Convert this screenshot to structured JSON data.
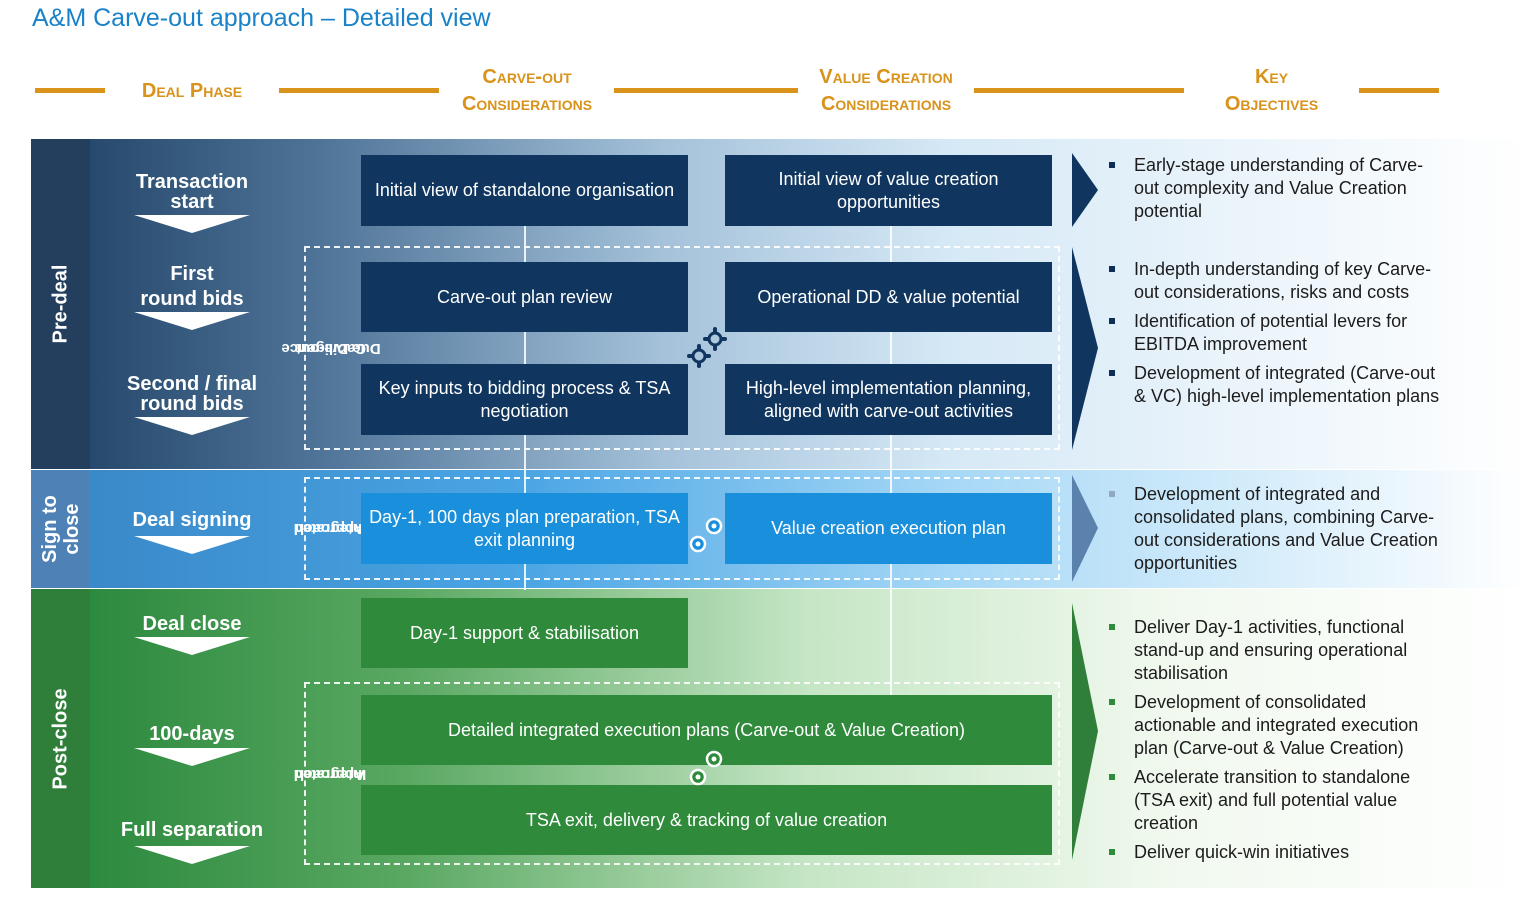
{
  "title": "A&M Carve-out approach – Detailed view",
  "columns": {
    "deal_phase": "Deal Phase",
    "carve_out_line1": "Carve-out",
    "carve_out_line2": "Considerations",
    "value_creation_line1": "Value Creation",
    "value_creation_line2": "Considerations",
    "key_objectives_line1": "Key",
    "key_objectives_line2": "Objectives"
  },
  "phases": {
    "pre_deal": "Pre-deal",
    "sign_to_close_line1": "Sign to",
    "sign_to_close_line2": "close",
    "post_close": "Post-close"
  },
  "stages": {
    "transaction_start_line1": "Transaction",
    "transaction_start_line2": "start",
    "first_round_line1": "First",
    "first_round_line2": "round bids",
    "second_round_line1": "Second / final",
    "second_round_line2": "round bids",
    "deal_signing": "Deal signing",
    "deal_close": "Deal close",
    "hundred_days": "100-days",
    "full_separation": "Full separation"
  },
  "dashed_labels": {
    "carve_out_dd_line1": "Carve-out",
    "carve_out_dd_line2": "Due Diligence",
    "integrated_sign_line1": "Integrated",
    "integrated_sign_line2": "Approach",
    "integrated_post_line1": "Integrated",
    "integrated_post_line2": "Approach"
  },
  "boxes": {
    "initial_standalone": "Initial view of standalone organisation",
    "initial_value_creation": "Initial view of value creation opportunities",
    "carve_out_plan_review": "Carve-out plan review",
    "operational_dd": "Operational DD & value potential",
    "key_inputs": "Key inputs to bidding process & TSA negotiation",
    "high_level_planning": "High-level implementation planning, aligned with carve-out activities",
    "day1_plan": "Day-1, 100 days plan preparation, TSA exit planning",
    "vc_execution_plan": "Value creation execution plan",
    "day1_support": "Day-1 support & stabilisation",
    "detailed_execution": "Detailed integrated execution plans (Carve-out & Value Creation)",
    "tsa_exit_delivery": "TSA exit, delivery & tracking of value creation"
  },
  "objectives": {
    "transaction_start": [
      "Early-stage understanding of Carve-out complexity and Value Creation potential"
    ],
    "bids": [
      "In-depth understanding of key Carve-out considerations, risks and costs",
      "Identification of potential levers for EBITDA improvement",
      "Development of integrated (Carve-out & VC) high-level implementation plans"
    ],
    "sign_to_close": [
      "Development of integrated and consolidated plans, combining Carve-out considerations and Value Creation opportunities"
    ],
    "post_close": [
      "Deliver Day-1 activities, functional stand-up and ensuring operational stabilisation",
      "Development of consolidated actionable and integrated execution plan (Carve-out & Value Creation)",
      "Accelerate transition to standalone (TSA exit) and full potential value creation",
      "Deliver quick-win initiatives"
    ]
  },
  "colors": {
    "accent_gold": "#d9921a",
    "title_blue": "#1a82c8",
    "navy": "#10365f",
    "bright_blue": "#1a8fdc",
    "green": "#2f8a3b"
  },
  "icons": {
    "gears": "gears-icon",
    "arrow": "chevron-arrow-icon",
    "bullet": "square-bullet-icon"
  }
}
